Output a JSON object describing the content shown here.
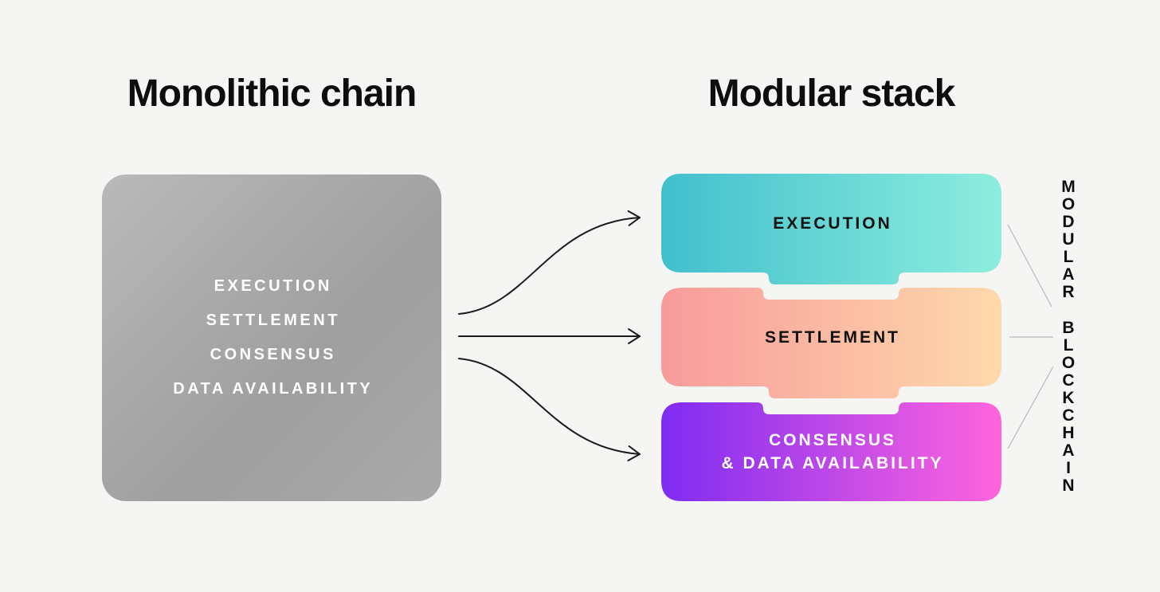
{
  "page": {
    "background": "#f5f5f3"
  },
  "left_panel": {
    "title": "Monolithic chain",
    "box_items": [
      "EXECUTION",
      "SETTLEMENT",
      "CONSENSUS",
      "DATA AVAILABILITY"
    ]
  },
  "right_panel": {
    "title": "Modular stack",
    "blocks": [
      {
        "label": "EXECUTION",
        "gradient_start": "#41bfcd",
        "gradient_end": "#8deedd"
      },
      {
        "label": "SETTLEMENT",
        "gradient_start": "#f89b9b",
        "gradient_end": "#fed9ab"
      },
      {
        "label_lines": [
          "CONSENSUS",
          "& DATA AVAILABILITY"
        ],
        "gradient_start": "#7e2cf2",
        "gradient_end": "#ff65dc"
      }
    ],
    "side_label": {
      "word1": "MODULAR",
      "word2": "BLOCKCHAIN"
    }
  },
  "colors": {
    "arrow": "#1b1b1b",
    "connector_line": "#b8b8b8",
    "monolith_gradient_start": "#b9b9b9",
    "monolith_gradient_end": "#9f9f9f",
    "block_text_dark": "#111111",
    "block_text_light": "#ffffff"
  }
}
